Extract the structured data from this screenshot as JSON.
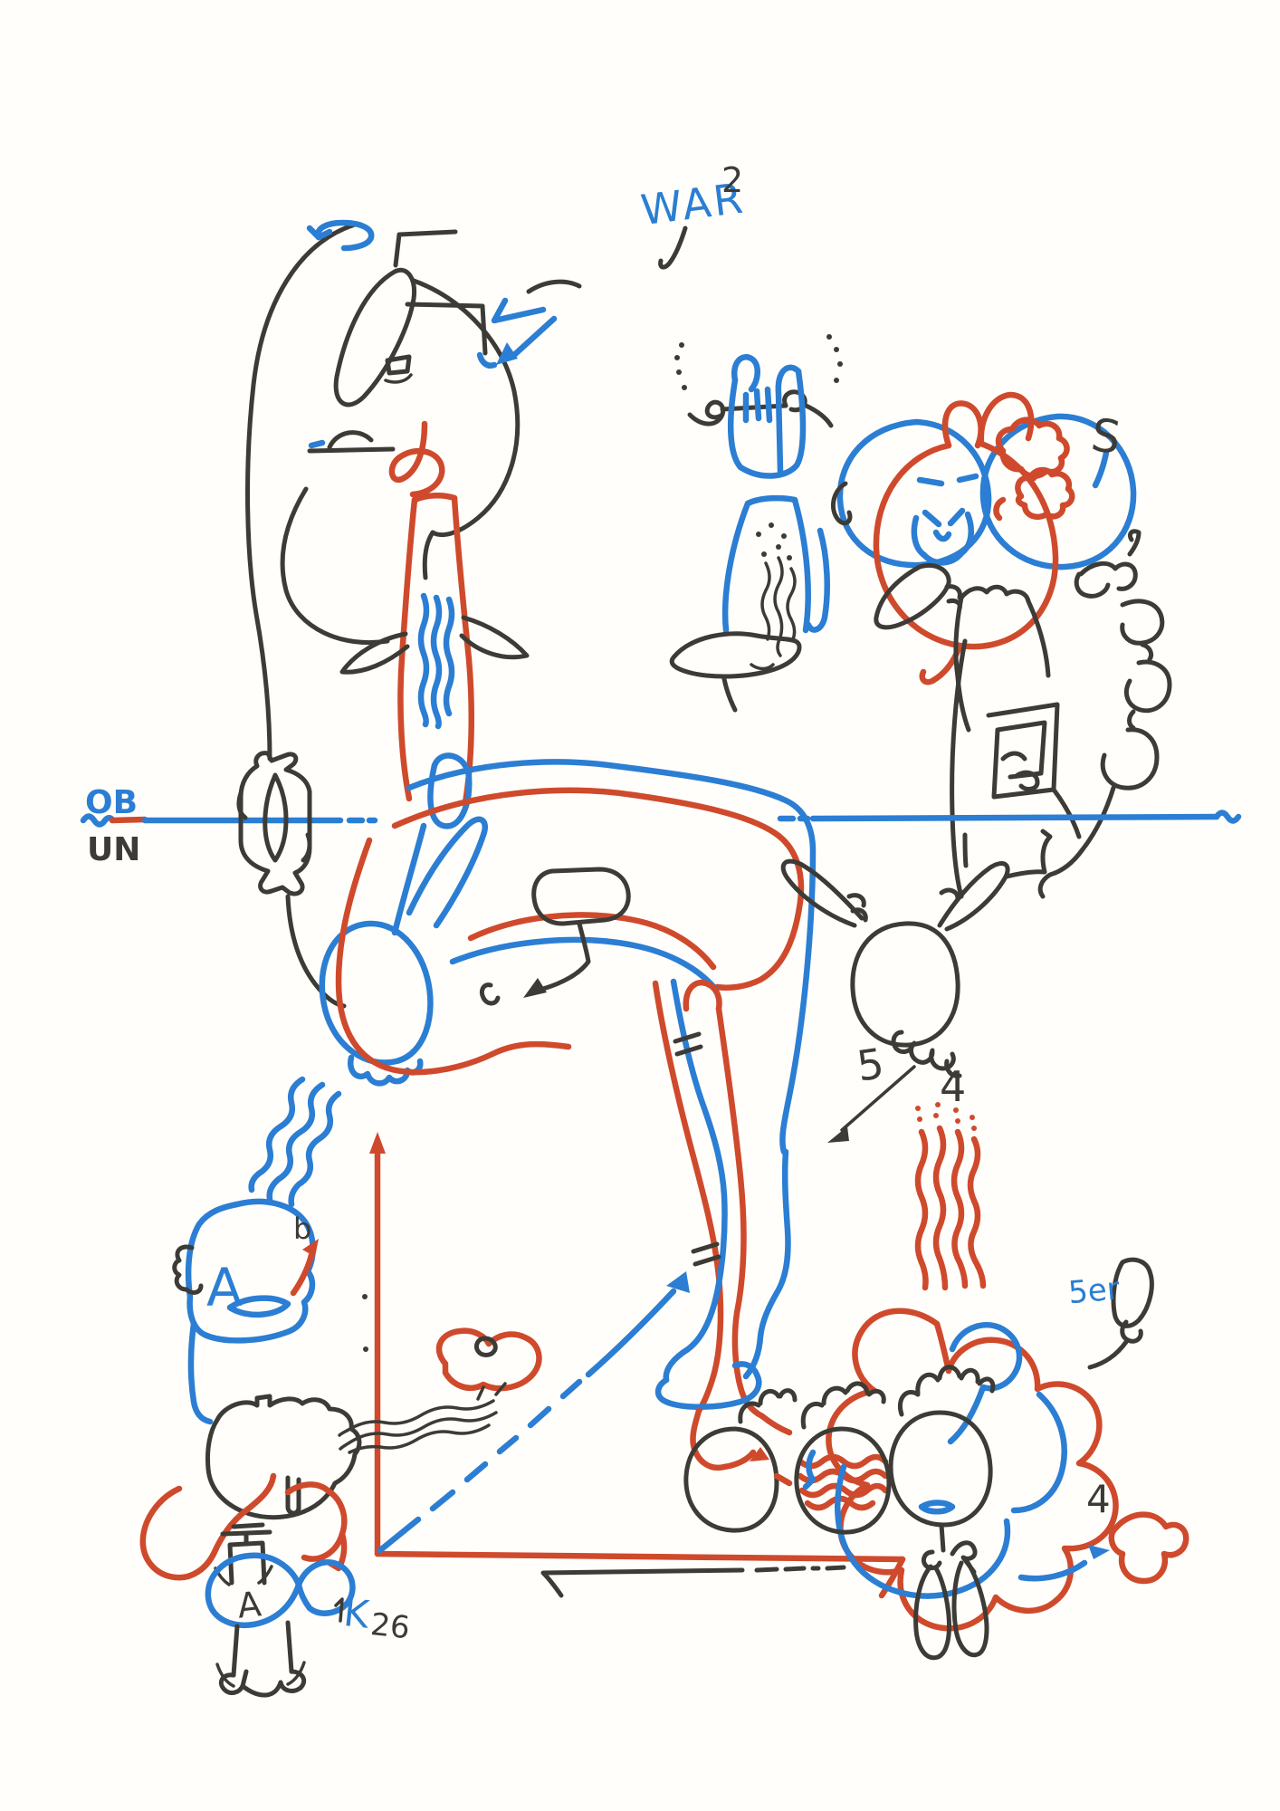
{
  "artwork": {
    "kind": "hand-drawn surrealist marker sketch on white paper",
    "palette": {
      "paper": "#fffefa",
      "ink_black": "#3d3b35",
      "ink_blue": "#2b7ed3",
      "ink_red": "#cf4a2c"
    },
    "inscriptions": {
      "war": {
        "text": "WAR",
        "superscript": "2",
        "color": "blue"
      },
      "horizon": {
        "above_line": "OB",
        "below_line": "UN"
      },
      "s_mark": {
        "text": "S",
        "color": "black"
      },
      "head_letter": {
        "text": "A",
        "color": "blue"
      },
      "b_mark": {
        "text": "b",
        "color": "black"
      },
      "rabbit_labels": {
        "five": "5",
        "four": "4"
      },
      "lower_right_labels": {
        "fiver": "5er",
        "four": "4"
      },
      "bone_letter": {
        "text": "A",
        "color": "black"
      },
      "signature": {
        "initial": "K",
        "number": "26"
      }
    }
  }
}
